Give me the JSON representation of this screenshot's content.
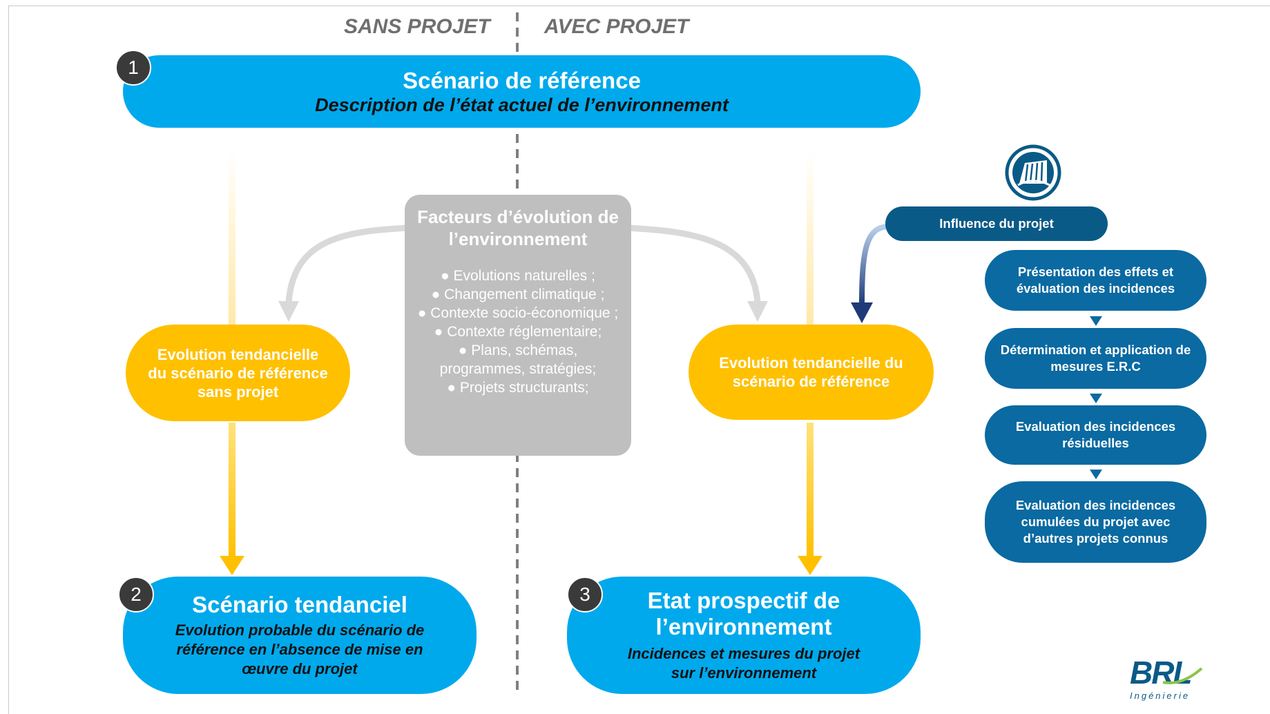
{
  "headers": {
    "left": "SANS PROJET",
    "right": "AVEC PROJET"
  },
  "scenario_reference": {
    "number": "1",
    "title": "Scénario de référence",
    "subtitle": "Description de l’état actuel de l’environnement"
  },
  "factors": {
    "title": "Facteurs d’évolution de l’environnement",
    "items": [
      "Evolutions naturelles ;",
      "Changement climatique ;",
      "Contexte socio-économique ;",
      "Contexte réglementaire;",
      "Plans, schémas, programmes, stratégies;",
      "Projets structurants;"
    ]
  },
  "evolution_sans_projet": "Evolution tendancielle du scénario de référence sans projet",
  "evolution_avec_projet": "Evolution tendancielle du scénario de référence",
  "scenario_tendanciel": {
    "number": "2",
    "title": "Scénario tendanciel",
    "subtitle": "Evolution probable du scénario de référence en l’absence de mise en œuvre du projet"
  },
  "etat_prospectif": {
    "number": "3",
    "title": "Etat prospectif de l’environnement",
    "subtitle": "Incidences et mesures du projet sur l’environnement"
  },
  "influence": {
    "label": "Influence du projet",
    "steps": [
      "Présentation des effets et évaluation des incidences",
      "Détermination et application de mesures E.R.C",
      "Evaluation des incidences résiduelles",
      "Evaluation des incidences cumulées du projet avec d’autres projets connus"
    ]
  },
  "logo": {
    "brand": "BRL",
    "tagline": "Ingénierie"
  },
  "colors": {
    "blue": "#00a9ec",
    "yellow": "#ffc000",
    "dark_blue": "#0a6aa1",
    "grey": "#bfbfbf",
    "number_circle": "#3a3a3a"
  },
  "icons": {
    "project": "barrage-icon"
  }
}
